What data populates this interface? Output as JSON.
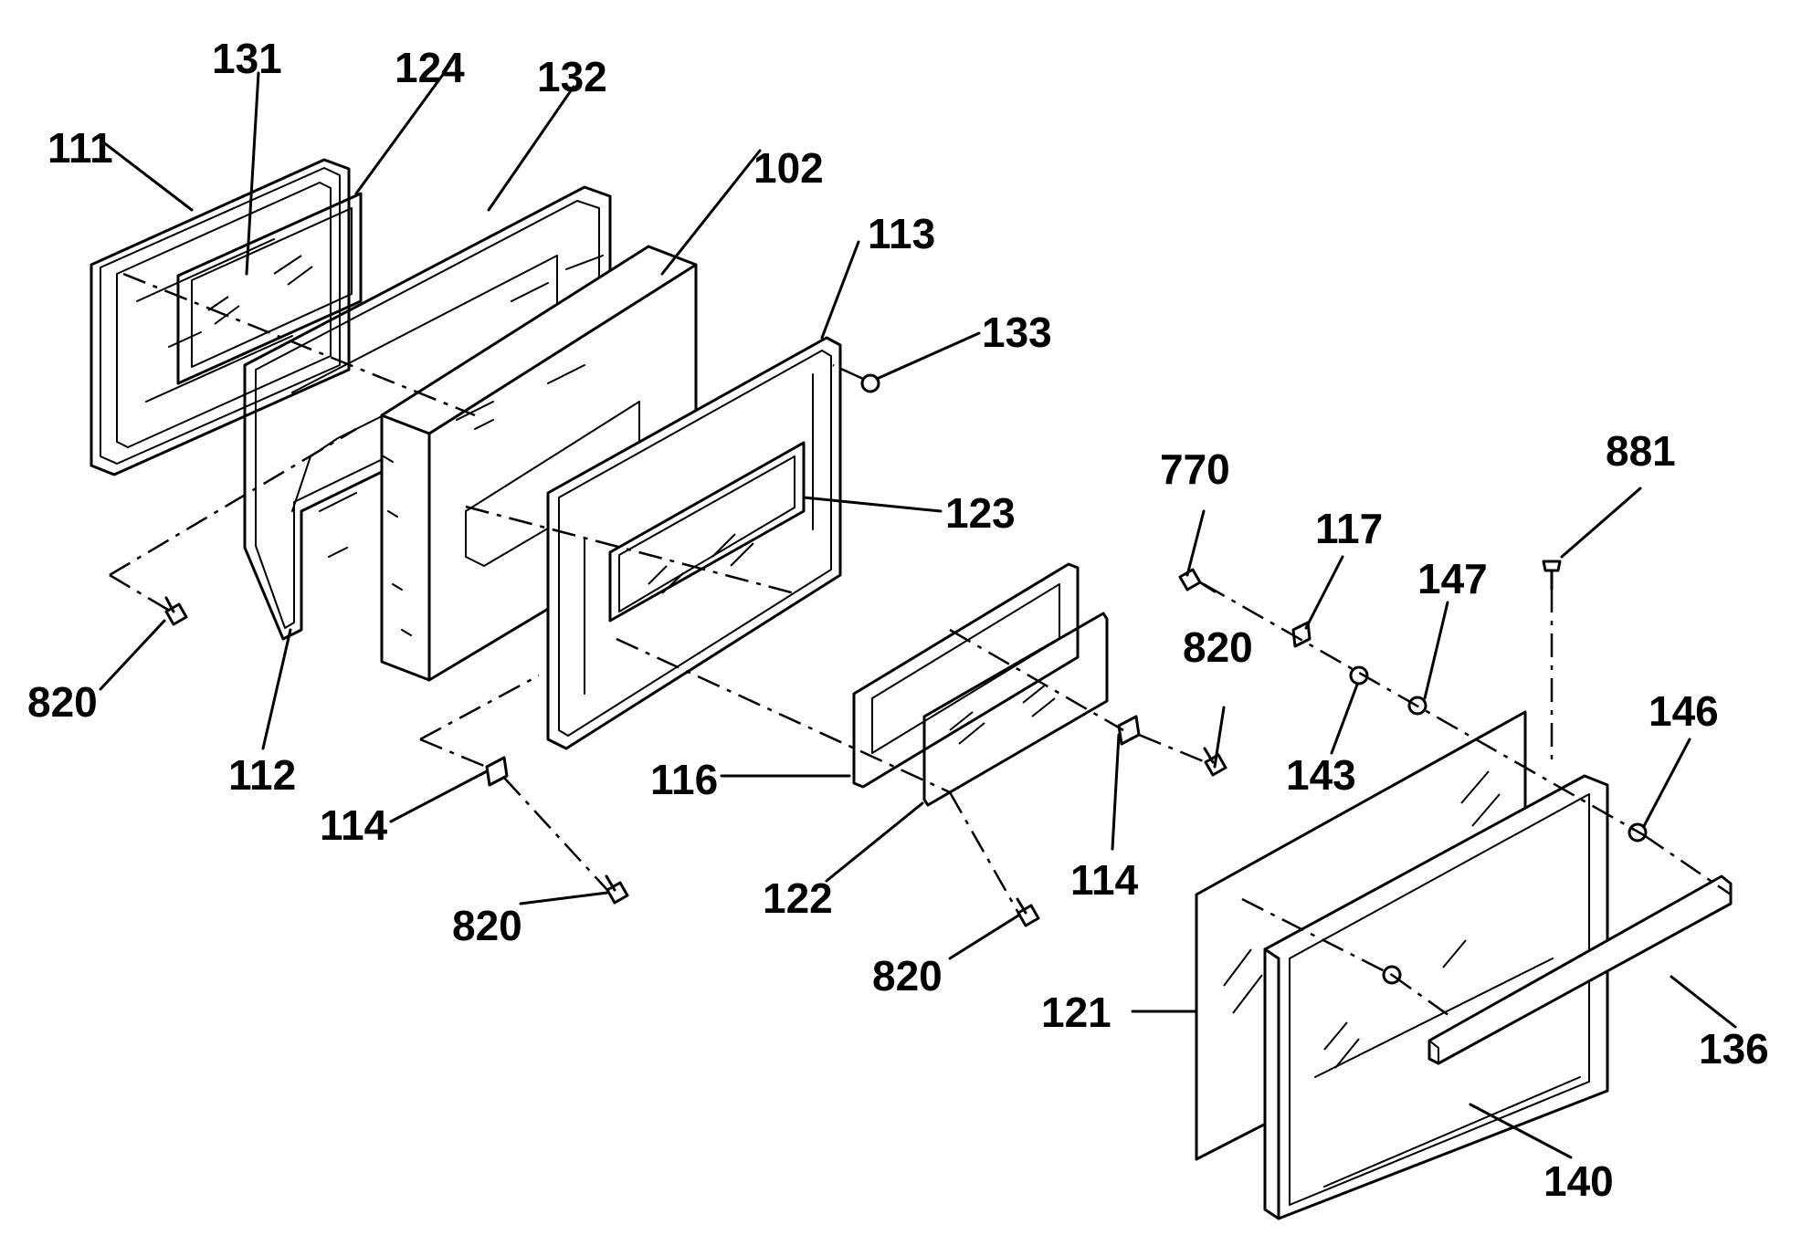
{
  "diagram": {
    "labels": {
      "p111": "111",
      "p131": "131",
      "p124": "124",
      "p132": "132",
      "p102": "102",
      "p113": "113",
      "p133": "133",
      "p123": "123",
      "p820a": "820",
      "p112": "112",
      "p114a": "114",
      "p820b": "820",
      "p116": "116",
      "p122": "122",
      "p820c": "820",
      "p114b": "114",
      "p820d": "820",
      "p770": "770",
      "p117": "117",
      "p147": "147",
      "p143": "143",
      "p881": "881",
      "p146": "146",
      "p121": "121",
      "p136": "136",
      "p140": "140"
    }
  }
}
